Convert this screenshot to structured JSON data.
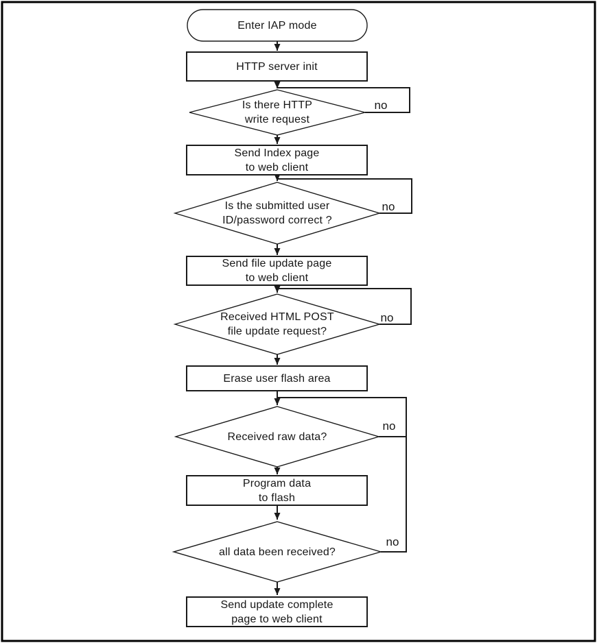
{
  "flowchart": {
    "description": "Firmware update (IAP) HTTP server flow diagram",
    "colors": {
      "stroke": "#1a1a1a",
      "text": "#161616",
      "background": "#ffffff"
    },
    "nodes": [
      {
        "id": "enter-iap-mode",
        "shape": "terminal",
        "label": "Enter IAP mode"
      },
      {
        "id": "http-server-init",
        "shape": "process",
        "label": "HTTP server init"
      },
      {
        "id": "http-write-request",
        "shape": "decision",
        "label": "Is there HTTP\nwrite request"
      },
      {
        "id": "send-index-page",
        "shape": "process",
        "label": "Send Index page\nto web client"
      },
      {
        "id": "id-password-correct",
        "shape": "decision",
        "label": "Is the submitted user\nID/password correct ?"
      },
      {
        "id": "send-file-update-page",
        "shape": "process",
        "label": "Send file update page\nto web client"
      },
      {
        "id": "received-html-post",
        "shape": "decision",
        "label": "Received HTML POST\nfile update request?"
      },
      {
        "id": "erase-user-flash",
        "shape": "process",
        "label": "Erase user flash area"
      },
      {
        "id": "received-raw-data",
        "shape": "decision",
        "label": "Received raw data?"
      },
      {
        "id": "program-data-to-flash",
        "shape": "process",
        "label": "Program data\nto flash"
      },
      {
        "id": "all-data-received",
        "shape": "decision",
        "label": "all data been received?"
      },
      {
        "id": "send-update-complete",
        "shape": "process",
        "label": "Send update complete\npage to web client"
      }
    ],
    "edge_labels": [
      {
        "at": "http-write-request",
        "text": "no"
      },
      {
        "at": "id-password-correct",
        "text": "no"
      },
      {
        "at": "received-html-post",
        "text": "no"
      },
      {
        "at": "received-raw-data",
        "text": "no"
      },
      {
        "at": "all-data-received",
        "text": "no"
      }
    ]
  }
}
